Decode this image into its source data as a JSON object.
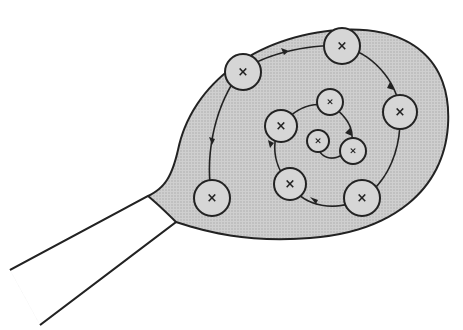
{
  "colors": {
    "background": "#ffffff",
    "spoon_fill": "#c8c8c8",
    "marker_fill": "#d6d6d6",
    "ink": "#222222"
  },
  "markers": [
    {
      "name": "outer-top",
      "label": "×"
    },
    {
      "name": "outer-left-upper",
      "label": "×"
    },
    {
      "name": "outer-right",
      "label": "×"
    },
    {
      "name": "outer-left-lower",
      "label": "×"
    },
    {
      "name": "outer-bottom-right",
      "label": "×"
    },
    {
      "name": "inner-top",
      "label": "×"
    },
    {
      "name": "inner-left",
      "label": "×"
    },
    {
      "name": "inner-bottom-left",
      "label": "×"
    },
    {
      "name": "inner-right",
      "label": "×"
    },
    {
      "name": "center",
      "label": "×"
    }
  ],
  "icons": {
    "flow_arrow": "arrowhead-icon",
    "marker": "circled-x-icon"
  }
}
